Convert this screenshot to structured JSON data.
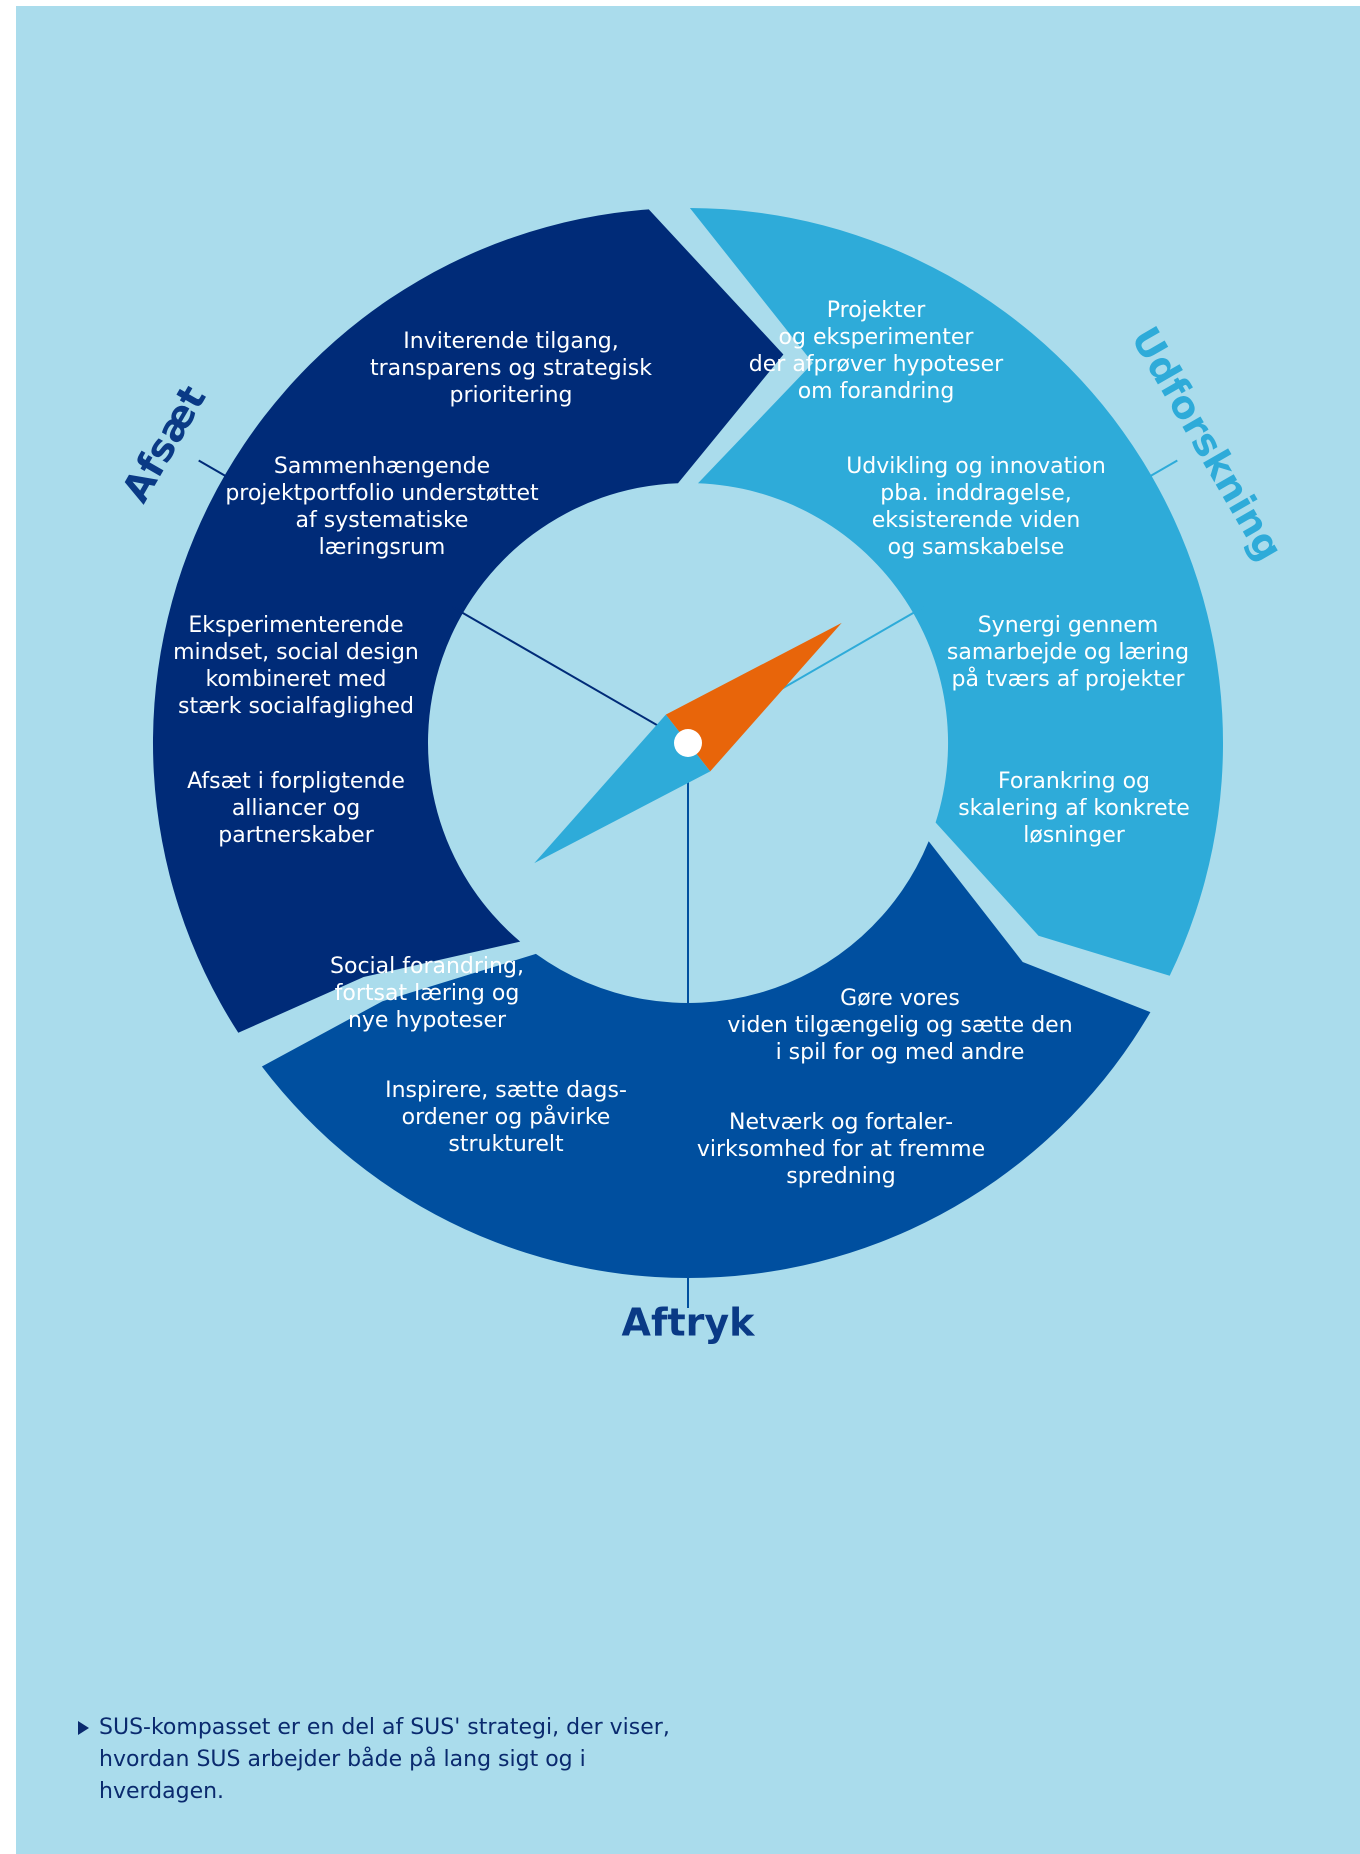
{
  "colors": {
    "background": "#aadcec",
    "afsaet": "#002b78",
    "udforskning": "#2eabd9",
    "aftryk": "#004f9f",
    "needle_north": "#e8650a",
    "needle_south": "#2eabd9",
    "label_dark": "#0a3a86",
    "label_light": "#2eabd9"
  },
  "sections": {
    "afsaet": {
      "label": "Afsæt",
      "items": [
        [
          "Inviterende tilgang,",
          "transparens og strategisk",
          "prioritering"
        ],
        [
          "Sammenhængende",
          "projektportfolio understøttet",
          "af systematiske",
          "læringsrum"
        ],
        [
          "Eksperimenterende",
          "mindset, social design",
          "kombineret med",
          "stærk socialfaglighed"
        ],
        [
          "Afsæt i forpligtende",
          "alliancer og",
          "partnerskaber"
        ]
      ]
    },
    "udforskning": {
      "label": "Udforskning",
      "items": [
        [
          "Projekter",
          "og eksperimenter",
          "der afprøver hypoteser",
          "om forandring"
        ],
        [
          "Udvikling og innovation",
          "pba. inddragelse,",
          "eksisterende viden",
          "og samskabelse"
        ],
        [
          "Synergi gennem",
          "samarbejde og læring",
          "på tværs af projekter"
        ],
        [
          "Forankring og",
          "skalering af konkrete",
          "løsninger"
        ]
      ]
    },
    "aftryk": {
      "label": "Aftryk",
      "items": [
        [
          "Social forandring,",
          "fortsat læring og",
          "nye hypoteser"
        ],
        [
          "Gøre vores",
          "viden tilgængelig og sætte den",
          "i spil for og med andre"
        ],
        [
          "Inspirere, sætte dags-",
          "ordener og påvirke",
          "strukturelt"
        ],
        [
          "Netværk og fortaler-",
          "virksomhed for at fremme",
          "spredning"
        ]
      ]
    }
  },
  "caption": "SUS-kompasset er en del af SUS' strategi, der viser, hvordan SUS arbejder både på lang sigt og i hverdagen."
}
